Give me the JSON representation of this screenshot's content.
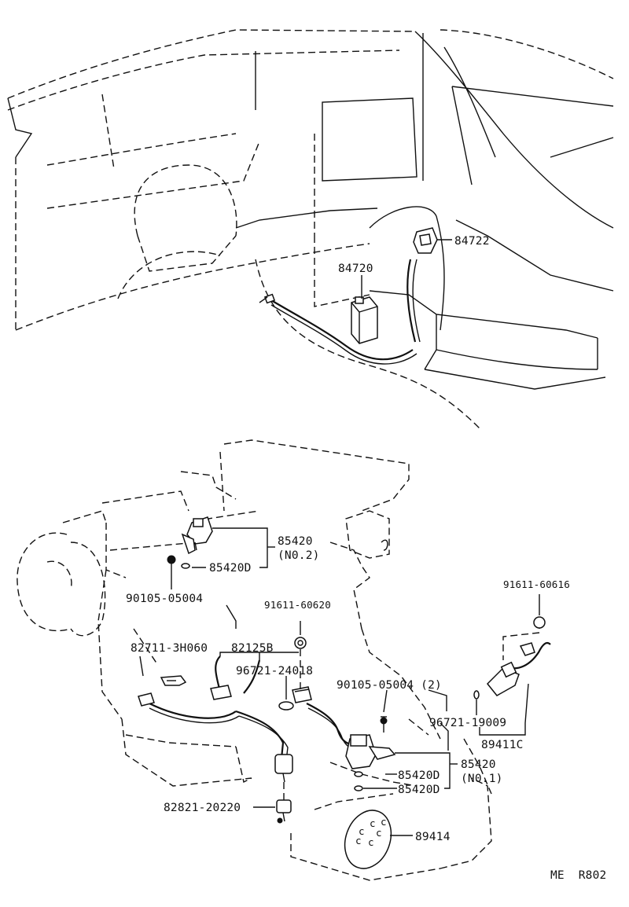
{
  "upper_view": {
    "labels": {
      "p84722": "84722",
      "p84720": "84720"
    }
  },
  "lower_view": {
    "labels": {
      "p85420_no2": "85420",
      "p85420_no2_sub": "(N0.2)",
      "p85420d_a": "85420D",
      "p90105_a": "90105-05004",
      "p91611_60620": "91611-60620",
      "p82711": "82711-3H060",
      "p82125b": "82125B",
      "p96721_24018": "96721-24018",
      "p90105_b": "90105-05004 (2)",
      "p91611_60616": "91611-60616",
      "p96721_19009": "96721-19009",
      "p89411c": "89411C",
      "p85420_no1": "85420",
      "p85420_no1_sub": "(N0.1)",
      "p85420d_b": "85420D",
      "p85420d_c": "85420D",
      "p82821": "82821-20220",
      "p89414": "89414"
    }
  },
  "footer": {
    "code": "ME  R802"
  }
}
